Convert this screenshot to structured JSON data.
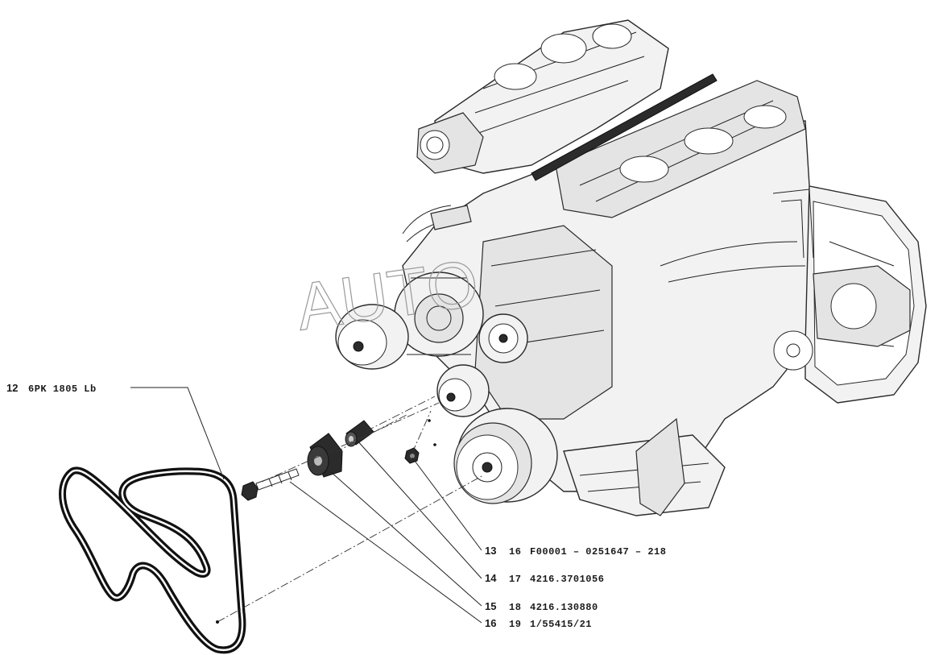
{
  "watermark": "AUTO",
  "callouts": [
    {
      "number": "12",
      "qty": "",
      "part": "6PK 1805 Lb"
    },
    {
      "number": "13",
      "qty": "16",
      "part": "F00001 – 0251647 – 218"
    },
    {
      "number": "14",
      "qty": "17",
      "part": "4216.3701056"
    },
    {
      "number": "15",
      "qty": "18",
      "part": "4216.130880"
    },
    {
      "number": "16",
      "qty": "19",
      "part": "1/55415/21"
    }
  ]
}
